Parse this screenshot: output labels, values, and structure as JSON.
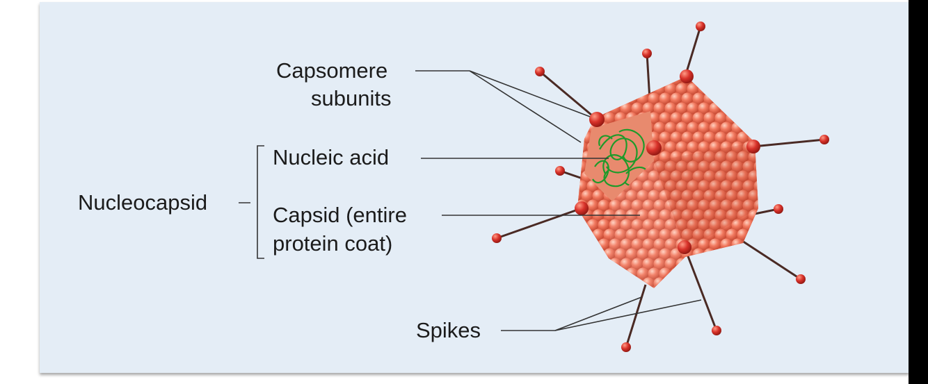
{
  "labels": {
    "capsomere": "Capsomere",
    "subunits": "subunits",
    "nucleic_acid": "Nucleic acid",
    "nucleocapsid": "Nucleocapsid",
    "capsid_line1": "Capsid (entire",
    "capsid_line2": "protein coat)",
    "spikes": "Spikes"
  },
  "colors": {
    "background": "#e4edf6",
    "capsomere": "#f0775e",
    "spike_tip": "#d8322a",
    "spike_shaft": "#4a2a24",
    "nucleic_acid": "#1f9a2a",
    "leader_line": "#333333"
  }
}
